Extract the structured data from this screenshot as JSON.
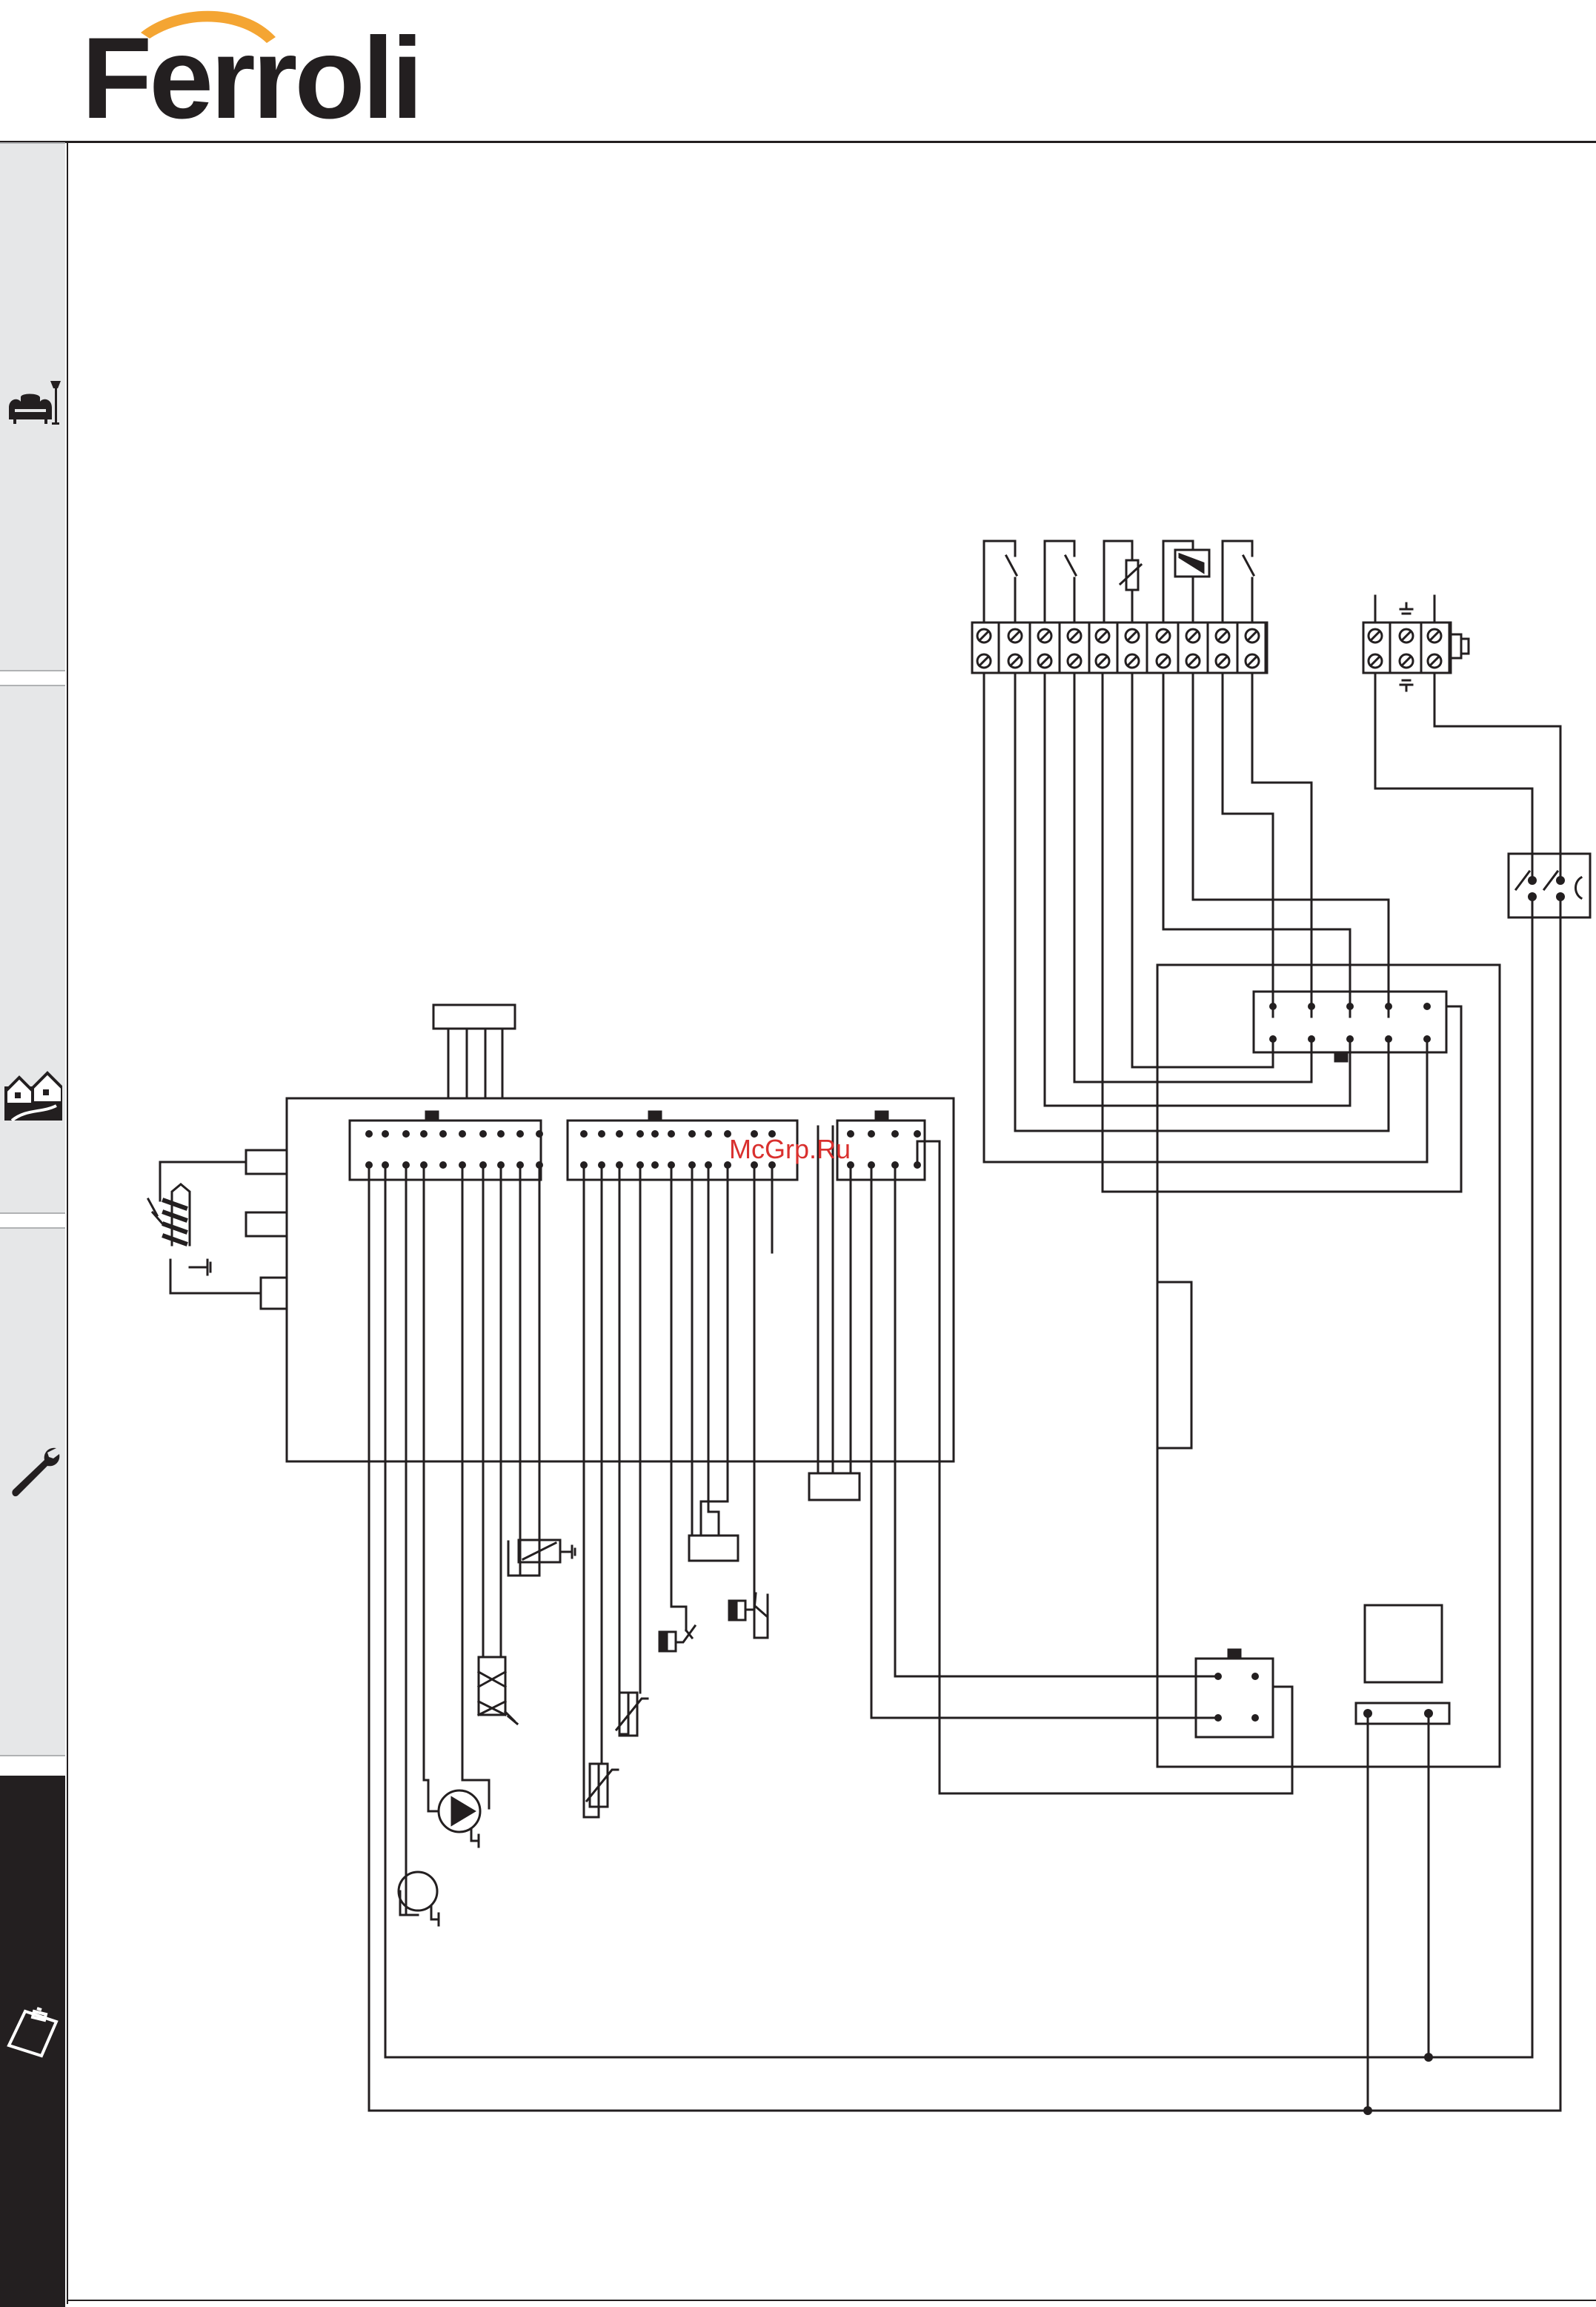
{
  "header": {
    "brand": "Ferroli",
    "brand_color": "#231f20",
    "accent_color": "#f4a533"
  },
  "sidebar": {
    "tabs": [
      {
        "icon": "armchair-icon",
        "dark": false
      },
      {
        "icon": "houses-icon",
        "dark": false
      },
      {
        "icon": "wrench-icon",
        "dark": false
      },
      {
        "icon": "clipboard-icon",
        "dark": true
      }
    ]
  },
  "watermark": "McGrp.Ru",
  "diagram": {
    "kind": "wiring-diagram",
    "line_color": "#231f20"
  }
}
